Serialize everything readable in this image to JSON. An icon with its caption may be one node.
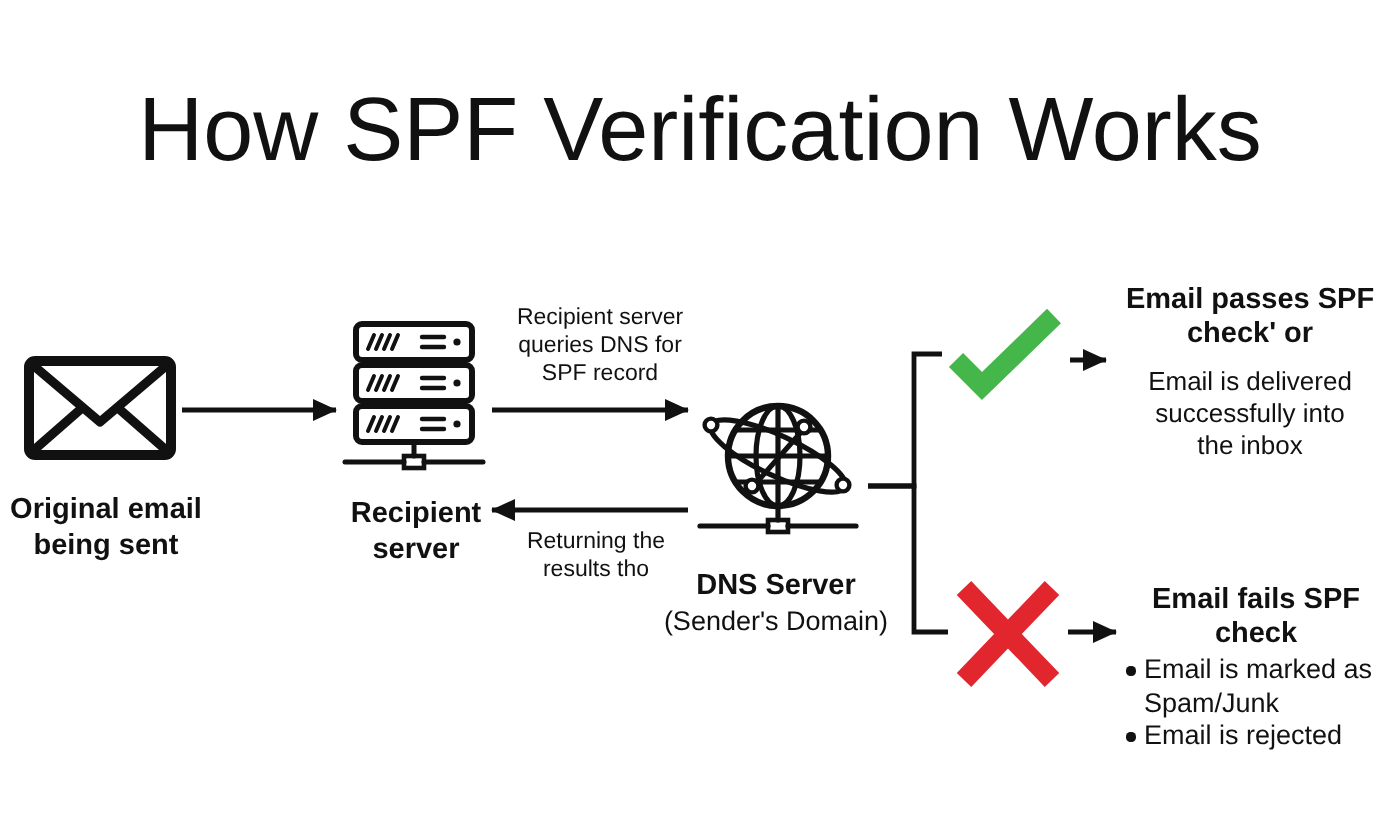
{
  "diagram": {
    "title": "How SPF Verification Works",
    "nodes": [
      {
        "text": [],
        "shape": "picture",
        "beside": [
          "Original email being sent"
        ]
      },
      {
        "text": [],
        "shape": "picture",
        "beside": [
          "Recipient server"
        ]
      },
      {
        "text": [],
        "shape": "picture",
        "beside": [
          "DNS Server",
          "(Sender's Domain)"
        ]
      },
      {
        "text": [],
        "shape": "tick"
      },
      {
        "text": [
          "Email passes SPF check' or",
          "Email is delivered successfully into the inbox"
        ]
      },
      {
        "text": [],
        "shape": "cross"
      },
      {
        "text": [
          "Email fails SPF check",
          "Email is marked as Spam/Junk",
          "Email is rejected"
        ]
      }
    ],
    "edges": [
      {
        "from": 0,
        "to": 1,
        "arrow": "to"
      },
      {
        "from": 1,
        "to": 2,
        "arrow": "to",
        "label": "Recipient server queries DNS for SPF record"
      },
      {
        "from": 2,
        "to": 1,
        "arrow": "to",
        "label": "Returning the results tho"
      },
      {
        "from": 2,
        "to": 3,
        "arrow": "none"
      },
      {
        "from": 2,
        "to": 5,
        "arrow": "none"
      },
      {
        "from": 3,
        "to": 4,
        "arrow": "to"
      },
      {
        "from": 5,
        "to": 6,
        "arrow": "to"
      }
    ]
  }
}
